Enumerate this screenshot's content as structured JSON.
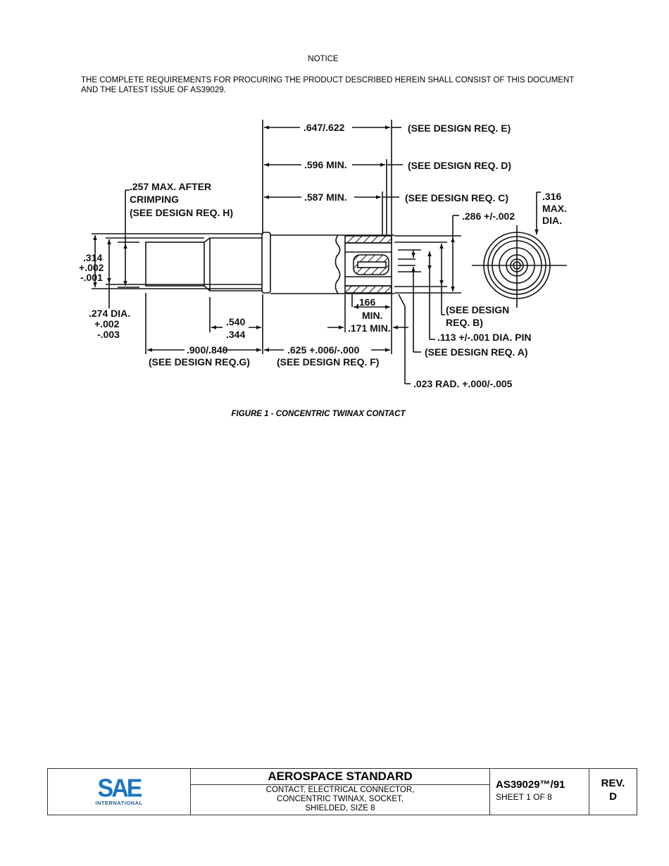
{
  "notice": {
    "title": "NOTICE",
    "body": "THE COMPLETE REQUIREMENTS FOR PROCURING THE PRODUCT DESCRIBED HEREIN SHALL CONSIST OF THIS DOCUMENT AND THE LATEST ISSUE OF AS39029."
  },
  "figure": {
    "caption": "FIGURE 1 - CONCENTRIC TWINAX CONTACT",
    "dimensions": {
      "dim_e": ".647/.622",
      "req_e": "(SEE DESIGN REQ. E)",
      "dim_d": ".596 MIN.",
      "req_d": "(SEE DESIGN REQ. D)",
      "dim_c": ".587 MIN.",
      "req_c": "(SEE DESIGN REQ. C)",
      "crimp_1": ".257 MAX. AFTER",
      "crimp_2": "CRIMPING",
      "crimp_3": "(SEE DESIGN REQ. H)",
      "dia_314_1": ".314",
      "dia_314_2": "+.002",
      "dia_314_3": "-.001",
      "dia_274_1": ".274 DIA.",
      "dia_274_2": "+.002",
      "dia_274_3": "-.003",
      "len_540": ".540",
      "len_344": ".344",
      "len_900": ".900/.840",
      "req_g": "(SEE DESIGN REQ.G)",
      "len_625": ".625 +.006/-.000",
      "req_f": "(SEE DESIGN REQ. F)",
      "len_166": ".166",
      "min_166": "MIN.",
      "len_171": ".171 MIN.",
      "dia_286": ".286 +/-.002",
      "dia_316_1": ".316",
      "dia_316_2": "MAX.",
      "dia_316_3": "DIA.",
      "req_b_1": "(SEE DESIGN",
      "req_b_2": "REQ. B)",
      "pin": ".113 +/-.001 DIA. PIN",
      "req_a": "(SEE DESIGN REQ. A)",
      "rad": ".023 RAD. +.000/-.005"
    }
  },
  "title_block": {
    "logo_text": "SAE",
    "logo_sub": "INTERNATIONAL",
    "logo_color": "#1c76c0",
    "heading": "AEROSPACE STANDARD",
    "subtitle_lines": [
      "CONTACT, ELECTRICAL CONNECTOR,",
      "CONCENTRIC TWINAX, SOCKET,",
      "SHIELDED, SIZE 8"
    ],
    "doc_number": "AS39029™/91",
    "sheet": "SHEET 1 OF 8",
    "rev_label": "REV.",
    "rev_value": "D"
  }
}
